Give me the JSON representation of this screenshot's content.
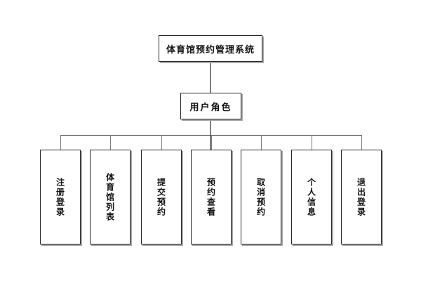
{
  "diagram": {
    "title_node": "体育馆预约管理系统",
    "role_node": "用户角色",
    "leaves": [
      {
        "label": "注册登录"
      },
      {
        "label": "体育馆列表"
      },
      {
        "label": "提交预约"
      },
      {
        "label": "预约查看"
      },
      {
        "label": "取消预约"
      },
      {
        "label": "个人信息"
      },
      {
        "label": "退出登录"
      }
    ],
    "colors": {
      "border": "#262626",
      "text": "#141414",
      "connector": "#7d7d7d",
      "rail": "#3d3d3d",
      "shadow": "#a9a9a9",
      "background": "#ffffff"
    }
  }
}
